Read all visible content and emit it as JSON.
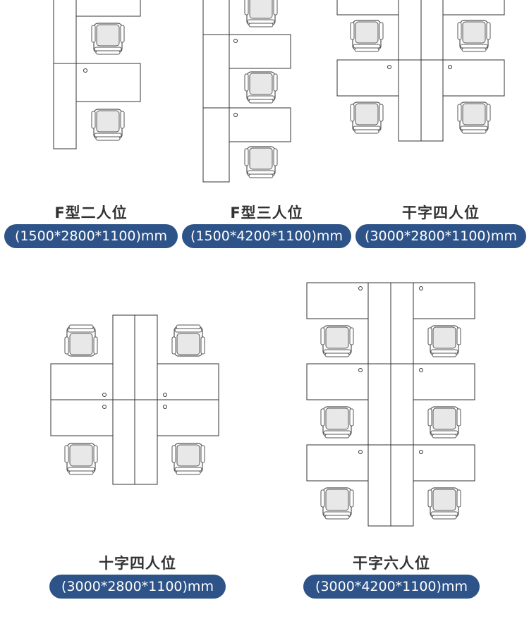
{
  "colors": {
    "pill_bg": "#2d5388",
    "pill_text": "#ffffff",
    "caption": "#333333",
    "line": "#333333",
    "chair_seat": "#e8e8e8"
  },
  "layouts": [
    {
      "id": "f-two",
      "name": "F型二人位",
      "size": "(1500*2800*1100)mm"
    },
    {
      "id": "f-three",
      "name": "F型三人位",
      "size": "(1500*4200*1100)mm"
    },
    {
      "id": "gan-four",
      "name": "干字四人位",
      "size": "(3000*2800*1100)mm"
    },
    {
      "id": "cross-four",
      "name": "十字四人位",
      "size": "(3000*2800*1100)mm"
    },
    {
      "id": "gan-six",
      "name": "干字六人位",
      "size": "(3000*4200*1100)mm"
    }
  ]
}
